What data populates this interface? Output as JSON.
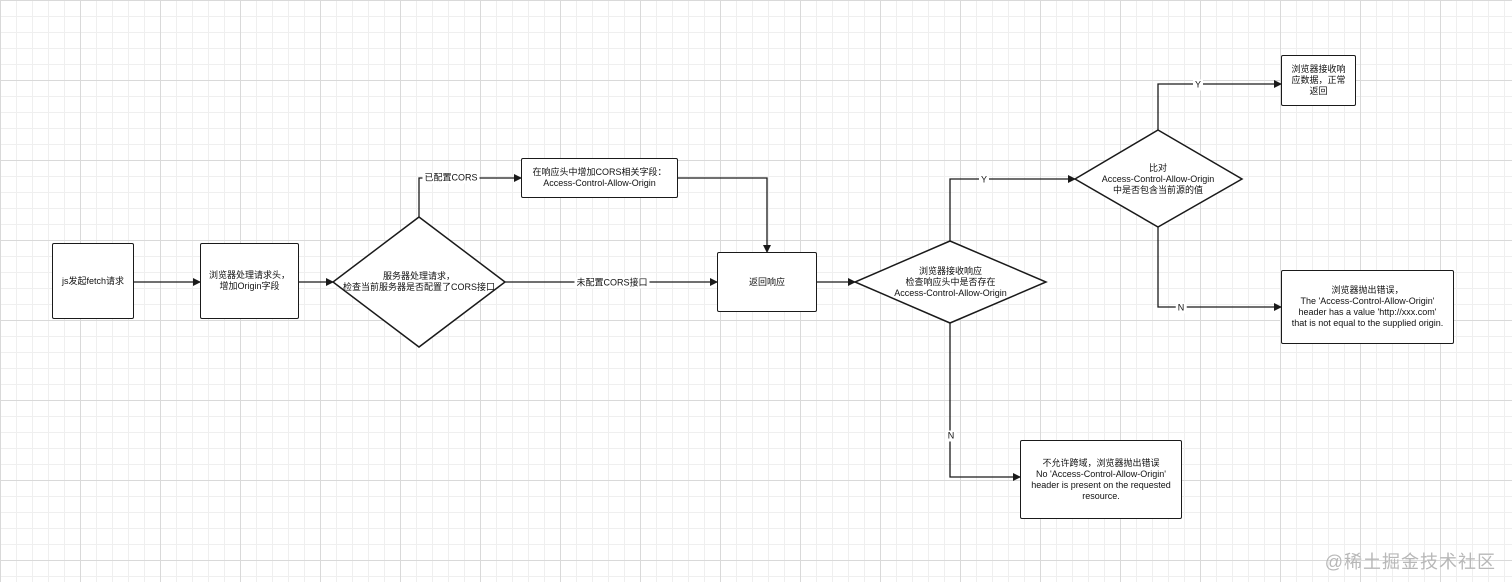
{
  "nodes": {
    "start": "js发起fetch请求",
    "browser_process": "浏览器处理请求头，\n增加Origin字段",
    "server_check": "服务器处理请求，\n检查当前服务器是否配置了CORS接口",
    "add_cors_header": "在响应头中增加CORS相关字段：\nAccess-Control-Allow-Origin",
    "return_response": "返回响应",
    "browser_receive": "浏览器接收响应\n检查响应头中是否存在\nAccess-Control-Allow-Origin",
    "compare_origin": "比对\nAccess-Control-Allow-Origin\n中是否包含当前源的值",
    "browser_ok": "浏览器接收响\n应数据，正常\n返回",
    "error_mismatch": "浏览器抛出错误，\nThe 'Access-Control-Allow-Origin'\nheader has a value 'http://xxx.com'\nthat is not equal to the supplied origin.",
    "error_missing": "不允许跨域，浏览器抛出错误\nNo 'Access-Control-Allow-Origin'\nheader is present on the requested\nresource."
  },
  "edges": {
    "cors_configured": "已配置CORS",
    "cors_not_configured": "未配置CORS接口",
    "has_header_yes": "Y",
    "has_header_no": "N",
    "match_yes": "Y",
    "match_no": "N"
  },
  "watermark": "@稀土掘金技术社区"
}
